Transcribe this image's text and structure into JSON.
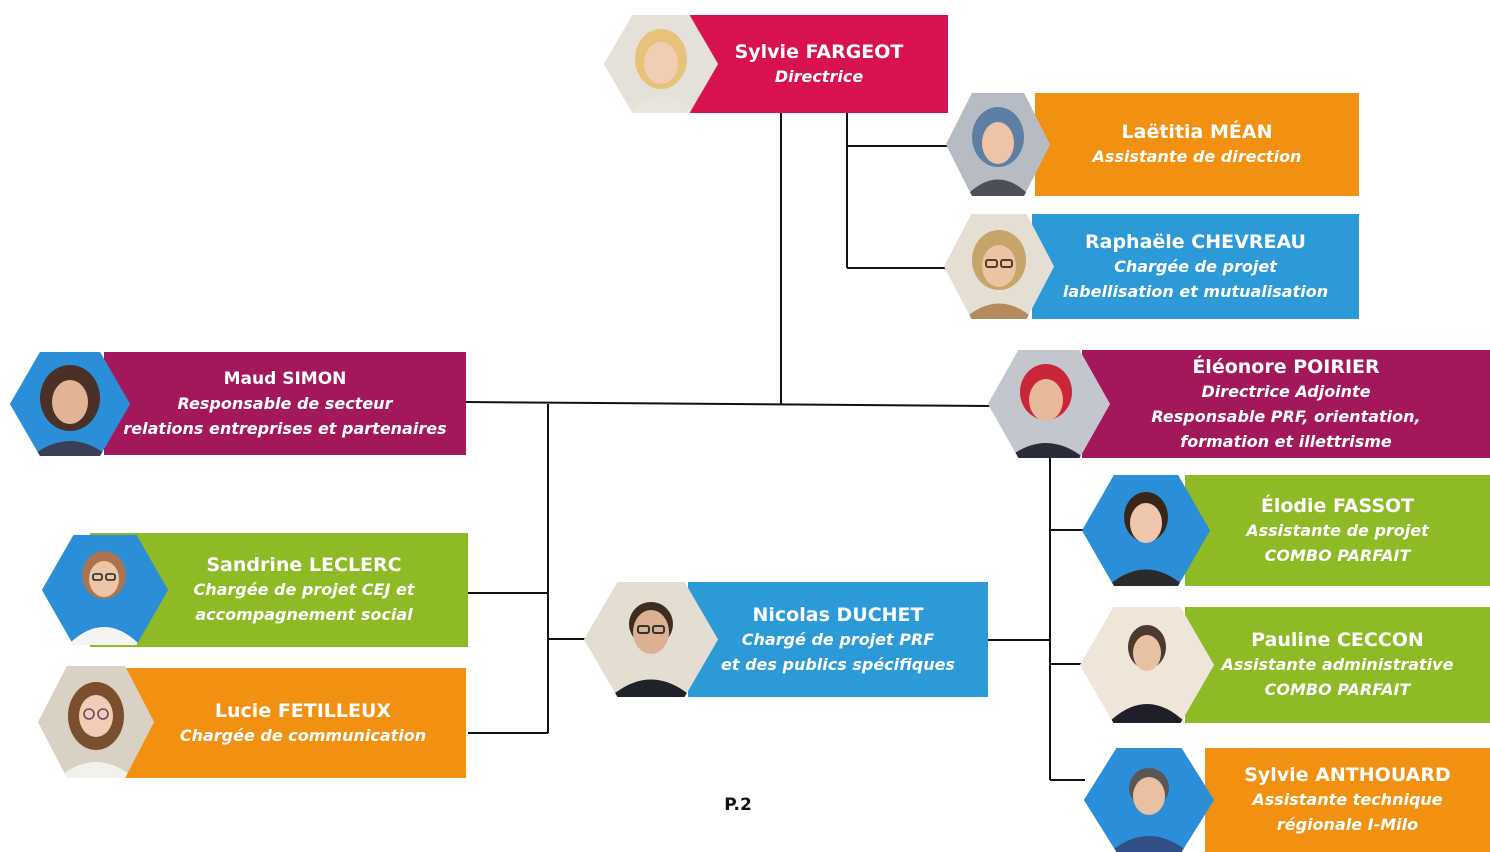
{
  "colors": {
    "crimson": "#d8114f",
    "plum": "#a3185a",
    "orange": "#f29111",
    "blue": "#2d9ad8",
    "green": "#8dba25",
    "connector": "#111111"
  },
  "people": {
    "fargeot": {
      "name": "Sylvie FARGEOT",
      "role_1": "Directrice",
      "photo_icon": "woman-blonde-portrait"
    },
    "mean": {
      "name": "Laëtitia MÉAN",
      "role_1": "Assistante de direction",
      "photo_icon": "woman-portrait"
    },
    "chevreau": {
      "name": "Raphaële CHEVREAU",
      "role_1": "Chargée de projet",
      "role_2": "labellisation et mutualisation",
      "photo_icon": "woman-glasses-portrait"
    },
    "simon": {
      "name": "Maud SIMON",
      "role_1": "Responsable de secteur",
      "role_2": "relations entreprises et partenaires",
      "photo_icon": "woman-portrait"
    },
    "poirier": {
      "name": "Éléonore POIRIER",
      "role_1": "Directrice Adjointe",
      "role_2": "Responsable PRF, orientation,",
      "role_3": "formation et illettrisme",
      "photo_icon": "woman-red-hair-portrait"
    },
    "leclerc": {
      "name": "Sandrine LECLERC",
      "role_1": "Chargée de projet CEJ et",
      "role_2": "accompagnement social",
      "photo_icon": "woman-glasses-portrait"
    },
    "fetilleux": {
      "name": "Lucie FETILLEUX",
      "role_1": "Chargée de communication",
      "photo_icon": "woman-glasses-portrait"
    },
    "duchet": {
      "name": "Nicolas DUCHET",
      "role_1": "Chargé de projet PRF",
      "role_2": "et des publics spécifiques",
      "photo_icon": "man-glasses-portrait"
    },
    "fassot": {
      "name": "Élodie FASSOT",
      "role_1": "Assistante de projet",
      "role_2": "COMBO PARFAIT",
      "photo_icon": "woman-portrait"
    },
    "ceccon": {
      "name": "Pauline CECCON",
      "role_1": "Assistante administrative",
      "role_2": "COMBO PARFAIT",
      "photo_icon": "woman-portrait"
    },
    "anthouard": {
      "name": "Sylvie ANTHOUARD",
      "role_1": "Assistante technique",
      "role_2": "régionale I-Milo",
      "photo_icon": "woman-portrait"
    }
  },
  "footer": {
    "page_number": "P.2"
  }
}
